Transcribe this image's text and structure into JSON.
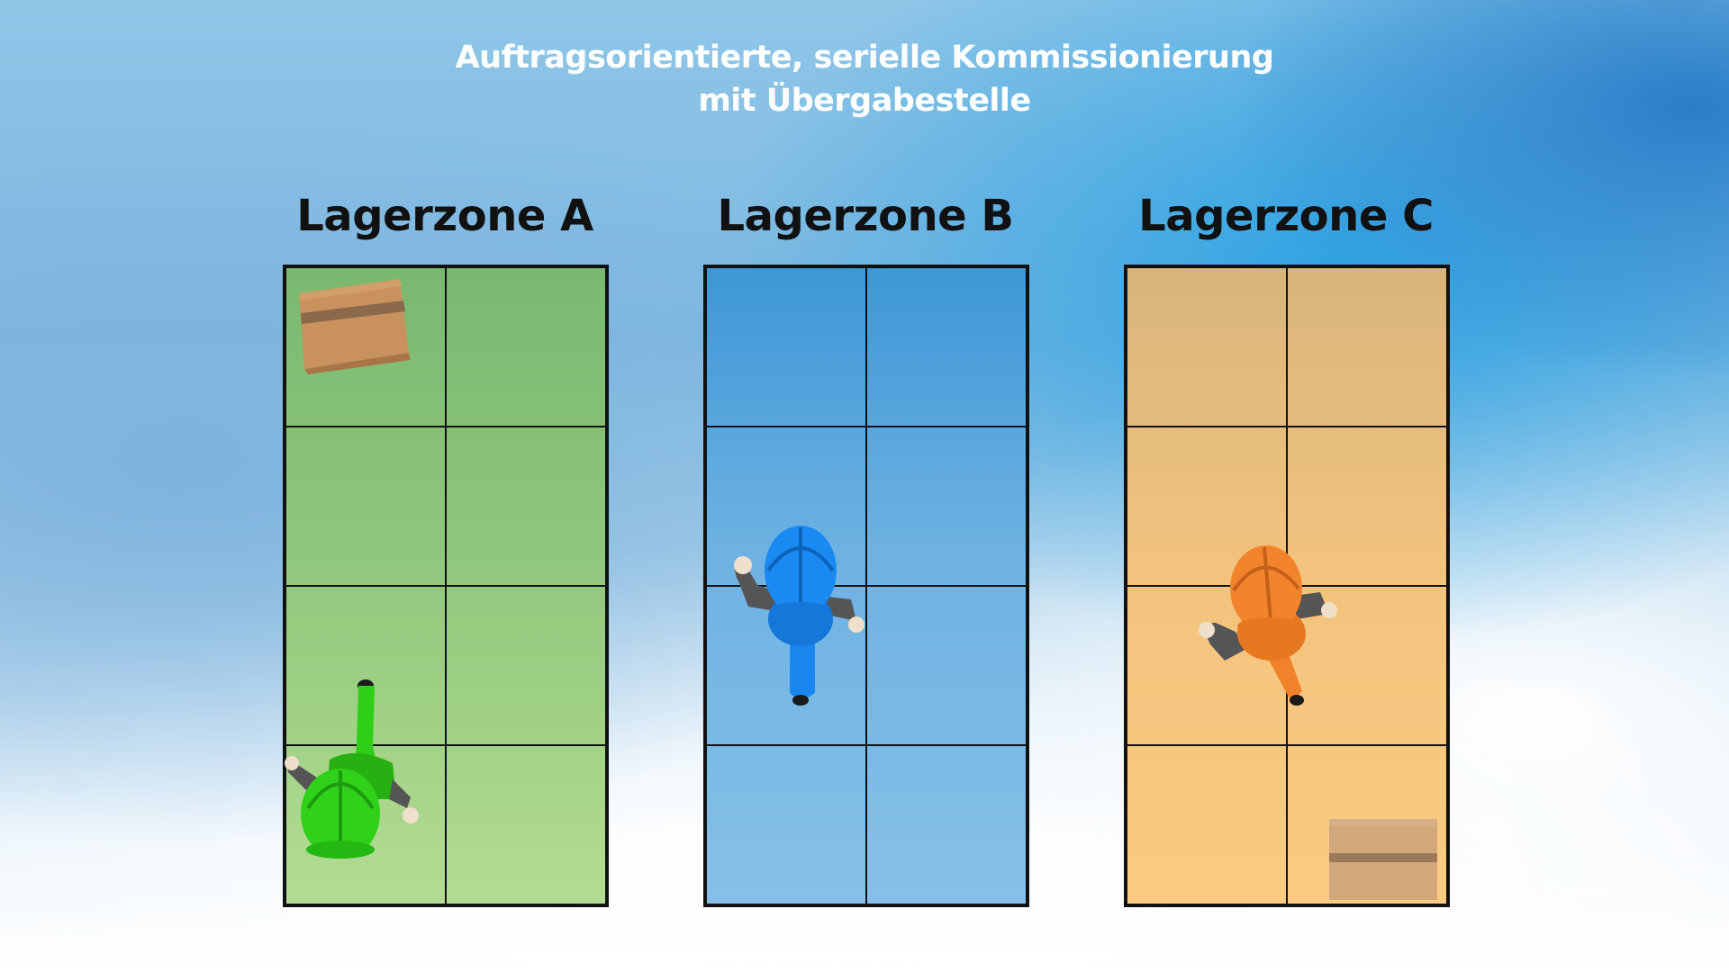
{
  "title": {
    "line1": "Auftragsorientierte, serielle Kommissionierung",
    "line2": "mit Übergabestelle"
  },
  "zones": [
    {
      "label": "Lagerzone A",
      "color": "#8fc77c",
      "worker_color": "#2fcf18",
      "has_box": true,
      "rows": 4,
      "cols": 2
    },
    {
      "label": "Lagerzone B",
      "color": "#6eb2e2",
      "worker_color": "#1a86f0",
      "has_box": false,
      "rows": 4,
      "cols": 2
    },
    {
      "label": "Lagerzone C",
      "color": "#f3c47e",
      "worker_color": "#f0822a",
      "has_box": true,
      "rows": 4,
      "cols": 2
    }
  ],
  "icons": {
    "box": "cardboard-box-icon",
    "worker": "warehouse-worker-topview-icon"
  }
}
